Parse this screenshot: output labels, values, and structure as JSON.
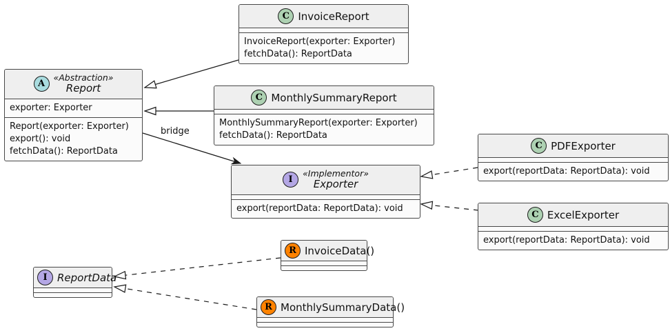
{
  "colors": {
    "box_header": "#efefef",
    "box_body": "#fbfbfb",
    "box_border": "#474747",
    "line": "#181818",
    "class_icon_bg": "#add1b2",
    "abstract_icon_bg": "#a9dcdf",
    "interface_icon_bg": "#b4a7e5",
    "robustness_icon_bg": "#ff8200"
  },
  "edges": {
    "bridge_label": "bridge"
  },
  "classes": {
    "invoice_report": {
      "icon_letter": "C",
      "name": "InvoiceReport",
      "methods": [
        "InvoiceReport(exporter: Exporter)",
        "fetchData(): ReportData"
      ]
    },
    "report": {
      "icon_letter": "A",
      "stereotype": "«Abstraction»",
      "name": "Report",
      "fields": [
        "exporter: Exporter"
      ],
      "methods": [
        "Report(exporter: Exporter)",
        "export(): void",
        "fetchData(): ReportData"
      ]
    },
    "monthly_summary_report": {
      "icon_letter": "C",
      "name": "MonthlySummaryReport",
      "methods": [
        "MonthlySummaryReport(exporter: Exporter)",
        "fetchData(): ReportData"
      ]
    },
    "exporter": {
      "icon_letter": "I",
      "stereotype": "«Implementor»",
      "name": "Exporter",
      "methods": [
        "export(reportData: ReportData): void"
      ]
    },
    "pdf_exporter": {
      "icon_letter": "C",
      "name": "PDFExporter",
      "methods": [
        "export(reportData: ReportData): void"
      ]
    },
    "excel_exporter": {
      "icon_letter": "C",
      "name": "ExcelExporter",
      "methods": [
        "export(reportData: ReportData): void"
      ]
    },
    "report_data": {
      "icon_letter": "I",
      "name": "ReportData"
    },
    "invoice_data": {
      "icon_letter": "R",
      "name": "InvoiceData()"
    },
    "monthly_summary_data": {
      "icon_letter": "R",
      "name": "MonthlySummaryData()"
    }
  }
}
